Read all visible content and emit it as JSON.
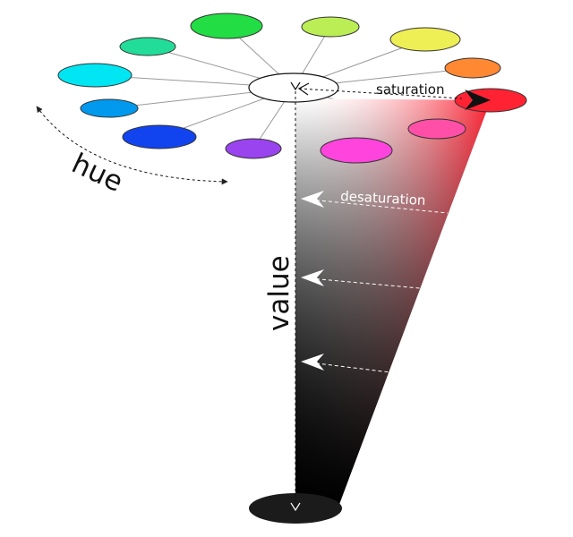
{
  "labels": {
    "hue": "hue",
    "value": "value",
    "saturation": "saturation",
    "desaturation": "desaturation"
  },
  "colors": {
    "green": "#22dd44",
    "lime": "#bbee55",
    "yellow": "#eeee55",
    "orange": "#ff8833",
    "red": "#ff2233",
    "pink": "#ff4fa6",
    "magenta": "#ff44dd",
    "violet": "#9944ee",
    "blue": "#1144ee",
    "sky": "#0099ee",
    "cyan": "#00e5f2",
    "mint": "#22dd99",
    "white": "#ffffff",
    "black": "#1b1b1b",
    "spoke": "#999999"
  }
}
